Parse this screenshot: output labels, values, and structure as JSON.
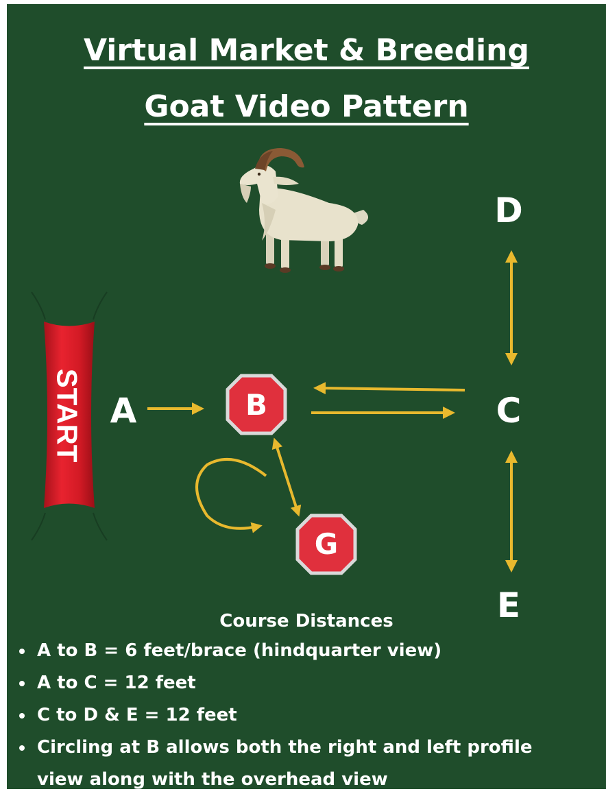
{
  "title": {
    "line1": "Virtual Market & Breeding",
    "line2": "Goat Video Pattern"
  },
  "banner": {
    "label": "START",
    "color": "#e0202c"
  },
  "points": {
    "a": "A",
    "b": "B",
    "c": "C",
    "d": "D",
    "e": "E",
    "g": "G"
  },
  "colors": {
    "background": "#1f4d2b",
    "arrow": "#e8b92e",
    "octagon": "#e0303d",
    "octagon_border": "#d9d9d9",
    "text": "#ffffff"
  },
  "icons": [
    "goat-icon",
    "start-banner",
    "stop-sign-octagon"
  ],
  "distances": {
    "heading": "Course Distances",
    "items": [
      "A to B = 6 feet/brace (hindquarter view)",
      "A to C = 12 feet",
      "C to D & E = 12 feet",
      "Circling at B allows both the right and left profile view along with the overhead view"
    ]
  }
}
